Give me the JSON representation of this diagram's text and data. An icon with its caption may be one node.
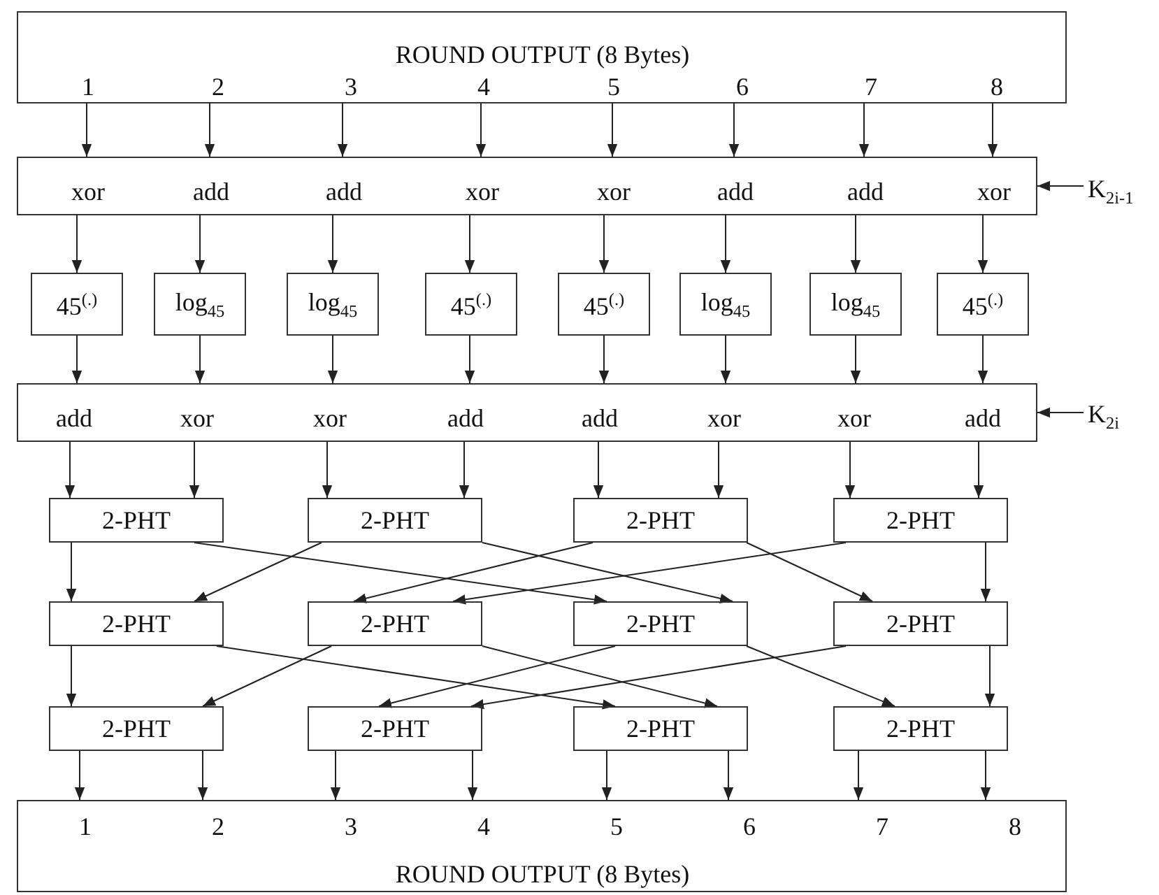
{
  "diagram": {
    "nodes": [
      {
        "text": [
          "ROUND OUTPUT (8 Bytes)",
          "1",
          "2",
          "3",
          "4",
          "5",
          "6",
          "7",
          "8"
        ]
      },
      {
        "text": [
          "xor",
          "add",
          "add",
          "xor",
          "xor",
          "add",
          "add",
          "xor"
        ]
      },
      {
        "text": [
          "K$_{2i-1}$"
        ]
      },
      {
        "text": [
          "45$^{(.)}$"
        ]
      },
      {
        "text": [
          "log$_{45}$"
        ]
      },
      {
        "text": [
          "log$_{45}$"
        ]
      },
      {
        "text": [
          "45$^{(.)}$"
        ]
      },
      {
        "text": [
          "45$^{(.)}$"
        ]
      },
      {
        "text": [
          "log$_{45}$"
        ]
      },
      {
        "text": [
          "log$_{45}$"
        ]
      },
      {
        "text": [
          "45$^{(.)}$"
        ]
      },
      {
        "text": [
          "add",
          "xor",
          "xor",
          "add",
          "add",
          "xor",
          "xor",
          "add"
        ]
      },
      {
        "text": [
          "K$_{2i}$"
        ]
      },
      {
        "text": [
          "2-PHT"
        ]
      },
      {
        "text": [
          "2-PHT"
        ]
      },
      {
        "text": [
          "2-PHT"
        ]
      },
      {
        "text": [
          "2-PHT"
        ]
      },
      {
        "text": [
          "2-PHT"
        ]
      },
      {
        "text": [
          "2-PHT"
        ]
      },
      {
        "text": [
          "2-PHT"
        ]
      },
      {
        "text": [
          "2-PHT"
        ]
      },
      {
        "text": [
          "2-PHT"
        ]
      },
      {
        "text": [
          "2-PHT"
        ]
      },
      {
        "text": [
          "2-PHT"
        ]
      },
      {
        "text": [
          "2-PHT"
        ]
      },
      {
        "text": [
          "1",
          "2",
          "3",
          "4",
          "5",
          "6",
          "7",
          "8",
          "ROUND OUTPUT (8 Bytes)"
        ]
      }
    ],
    "edges": [
      {
        "from": 0,
        "to": 1,
        "arrow": "to"
      },
      {
        "from": 0,
        "to": 1,
        "arrow": "to"
      },
      {
        "from": 0,
        "to": 1,
        "arrow": "to"
      },
      {
        "from": 0,
        "to": 1,
        "arrow": "to"
      },
      {
        "from": 0,
        "to": 1,
        "arrow": "to"
      },
      {
        "from": 0,
        "to": 1,
        "arrow": "to"
      },
      {
        "from": 0,
        "to": 1,
        "arrow": "to"
      },
      {
        "from": 0,
        "to": 1,
        "arrow": "to"
      },
      {
        "from": 2,
        "to": 1,
        "arrow": "to"
      },
      {
        "from": 1,
        "to": 3,
        "arrow": "to"
      },
      {
        "from": 1,
        "to": 4,
        "arrow": "to"
      },
      {
        "from": 1,
        "to": 5,
        "arrow": "to"
      },
      {
        "from": 1,
        "to": 6,
        "arrow": "to"
      },
      {
        "from": 1,
        "to": 7,
        "arrow": "to"
      },
      {
        "from": 1,
        "to": 8,
        "arrow": "to"
      },
      {
        "from": 1,
        "to": 9,
        "arrow": "to"
      },
      {
        "from": 1,
        "to": 10,
        "arrow": "to"
      },
      {
        "from": 3,
        "to": 11,
        "arrow": "to"
      },
      {
        "from": 4,
        "to": 11,
        "arrow": "to"
      },
      {
        "from": 5,
        "to": 11,
        "arrow": "to"
      },
      {
        "from": 6,
        "to": 11,
        "arrow": "to"
      },
      {
        "from": 7,
        "to": 11,
        "arrow": "to"
      },
      {
        "from": 8,
        "to": 11,
        "arrow": "to"
      },
      {
        "from": 9,
        "to": 11,
        "arrow": "to"
      },
      {
        "from": 10,
        "to": 11,
        "arrow": "to"
      },
      {
        "from": 12,
        "to": 11,
        "arrow": "to"
      },
      {
        "from": 11,
        "to": 13,
        "arrow": "to"
      },
      {
        "from": 11,
        "to": 13,
        "arrow": "to"
      },
      {
        "from": 11,
        "to": 14,
        "arrow": "to"
      },
      {
        "from": 11,
        "to": 14,
        "arrow": "to"
      },
      {
        "from": 11,
        "to": 15,
        "arrow": "to"
      },
      {
        "from": 11,
        "to": 15,
        "arrow": "to"
      },
      {
        "from": 11,
        "to": 16,
        "arrow": "to"
      },
      {
        "from": 11,
        "to": 16,
        "arrow": "to"
      },
      {
        "from": 13,
        "to": 17,
        "arrow": "to"
      },
      {
        "from": 13,
        "to": 19,
        "arrow": "to"
      },
      {
        "from": 14,
        "to": 17,
        "arrow": "to"
      },
      {
        "from": 14,
        "to": 19,
        "arrow": "to"
      },
      {
        "from": 15,
        "to": 18,
        "arrow": "to"
      },
      {
        "from": 15,
        "to": 20,
        "arrow": "to"
      },
      {
        "from": 16,
        "to": 18,
        "arrow": "to"
      },
      {
        "from": 16,
        "to": 20,
        "arrow": "to"
      },
      {
        "from": 17,
        "to": 21,
        "arrow": "to"
      },
      {
        "from": 17,
        "to": 23,
        "arrow": "to"
      },
      {
        "from": 18,
        "to": 21,
        "arrow": "to"
      },
      {
        "from": 18,
        "to": 23,
        "arrow": "to"
      },
      {
        "from": 19,
        "to": 22,
        "arrow": "to"
      },
      {
        "from": 19,
        "to": 24,
        "arrow": "to"
      },
      {
        "from": 20,
        "to": 22,
        "arrow": "to"
      },
      {
        "from": 20,
        "to": 24,
        "arrow": "to"
      },
      {
        "from": 21,
        "to": 25,
        "arrow": "to"
      },
      {
        "from": 21,
        "to": 25,
        "arrow": "to"
      },
      {
        "from": 22,
        "to": 25,
        "arrow": "to"
      },
      {
        "from": 22,
        "to": 25,
        "arrow": "to"
      },
      {
        "from": 23,
        "to": 25,
        "arrow": "to"
      },
      {
        "from": 23,
        "to": 25,
        "arrow": "to"
      },
      {
        "from": 24,
        "to": 25,
        "arrow": "to"
      },
      {
        "from": 24,
        "to": 25,
        "arrow": "to"
      }
    ]
  }
}
